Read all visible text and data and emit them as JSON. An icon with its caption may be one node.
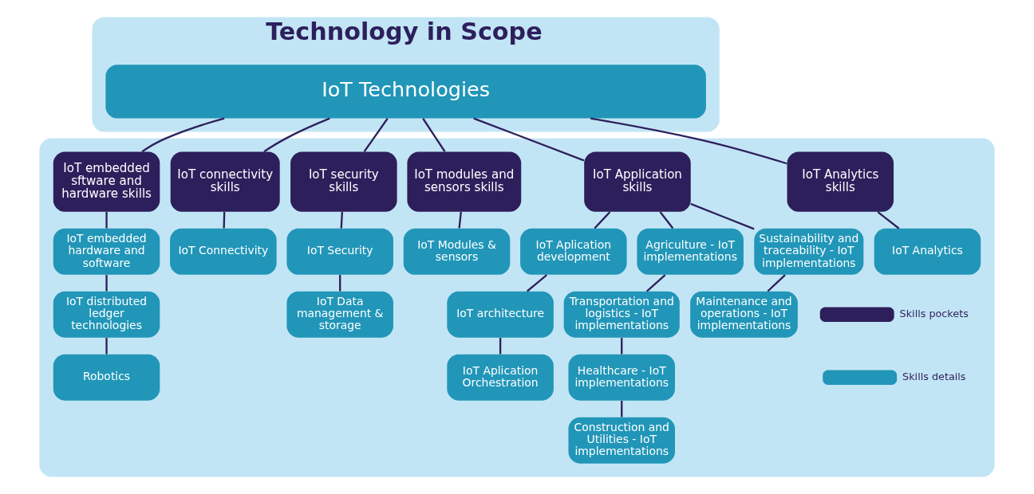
{
  "diagram": {
    "nodes": [
      {
        "text": [
          "Technology in Scope"
        ]
      },
      {
        "text": [
          "IoT Technologies"
        ],
        "in": 0
      },
      {
        "text": [],
        "shape": "box"
      },
      {
        "text": [
          "IoT Analytics skills"
        ],
        "in": 2
      },
      {
        "text": [
          "IoT Application skills"
        ],
        "in": 2
      },
      {
        "text": [
          "IoT modules and sensors skills"
        ],
        "in": 2
      },
      {
        "text": [
          "IoT security skills"
        ],
        "in": 2
      },
      {
        "text": [
          "IoT connectivity skills"
        ],
        "in": 2
      },
      {
        "text": [
          "IoT embedded sftware and hardware skills"
        ],
        "in": 2
      },
      {
        "text": [
          "IoT Analytics"
        ],
        "in": 2
      },
      {
        "text": [
          "IoT Aplication development"
        ],
        "in": 2
      },
      {
        "text": [
          "IoT architecture"
        ],
        "in": 2
      },
      {
        "text": [
          "IoT Aplication Orchestration"
        ],
        "in": 2
      },
      {
        "text": [
          "Agriculture - IoT implementations"
        ],
        "in": 2
      },
      {
        "text": [
          "Transportation and logistics - IoT implementations"
        ],
        "in": 2
      },
      {
        "text": [
          "Healthcare - IoT implementations"
        ],
        "in": 2
      },
      {
        "text": [
          "Construction and Utilities - IoT implementations"
        ],
        "in": 2
      },
      {
        "text": [
          "Sustainability and traceability - IoT implementations"
        ],
        "in": 2
      },
      {
        "text": [
          "Maintenance and operations - IoT implementations"
        ],
        "in": 2
      },
      {
        "text": [
          "IoT Modules & sensors"
        ],
        "in": 2
      },
      {
        "text": [
          "IoT Security"
        ],
        "in": 2
      },
      {
        "text": [
          "IoT Data management & storage"
        ],
        "in": 2
      },
      {
        "text": [
          "IoT Connectivity"
        ],
        "in": 2
      },
      {
        "text": [
          "IoT embedded hardware and software"
        ],
        "in": 2
      },
      {
        "text": [
          "IoT distributed ledger technologies"
        ],
        "in": 2
      },
      {
        "text": [
          "Robotics"
        ],
        "in": 2
      }
    ],
    "edges": [
      {
        "from": 1,
        "to": 3,
        "arrow": "none"
      },
      {
        "from": 1,
        "to": 4,
        "arrow": "none"
      },
      {
        "from": 1,
        "to": 5,
        "arrow": "none"
      },
      {
        "from": 1,
        "to": 6,
        "arrow": "none"
      },
      {
        "from": 1,
        "to": 7,
        "arrow": "none"
      },
      {
        "from": 1,
        "to": 8,
        "arrow": "none"
      },
      {
        "from": 3,
        "to": 9,
        "arrow": "none"
      },
      {
        "from": 4,
        "to": 10,
        "arrow": "none"
      },
      {
        "from": 4,
        "to": 13,
        "arrow": "none"
      },
      {
        "from": 4,
        "to": 17,
        "arrow": "none"
      },
      {
        "from": 10,
        "to": 11,
        "arrow": "none"
      },
      {
        "from": 11,
        "to": 12,
        "arrow": "none"
      },
      {
        "from": 13,
        "to": 14,
        "arrow": "none"
      },
      {
        "from": 14,
        "to": 15,
        "arrow": "none"
      },
      {
        "from": 15,
        "to": 16,
        "arrow": "none"
      },
      {
        "from": 17,
        "to": 18,
        "arrow": "none"
      },
      {
        "from": 5,
        "to": 19,
        "arrow": "none"
      },
      {
        "from": 6,
        "to": 20,
        "arrow": "none"
      },
      {
        "from": 20,
        "to": 21,
        "arrow": "none"
      },
      {
        "from": 7,
        "to": 22,
        "arrow": "none"
      },
      {
        "from": 8,
        "to": 23,
        "arrow": "none"
      },
      {
        "from": 23,
        "to": 24,
        "arrow": "none"
      },
      {
        "from": 24,
        "to": 25,
        "arrow": "none"
      }
    ],
    "legend": [
      {
        "text": "Skills pockets",
        "color": "#2d1f5c"
      },
      {
        "text": "Skills details",
        "color": "#2196b8"
      }
    ]
  }
}
